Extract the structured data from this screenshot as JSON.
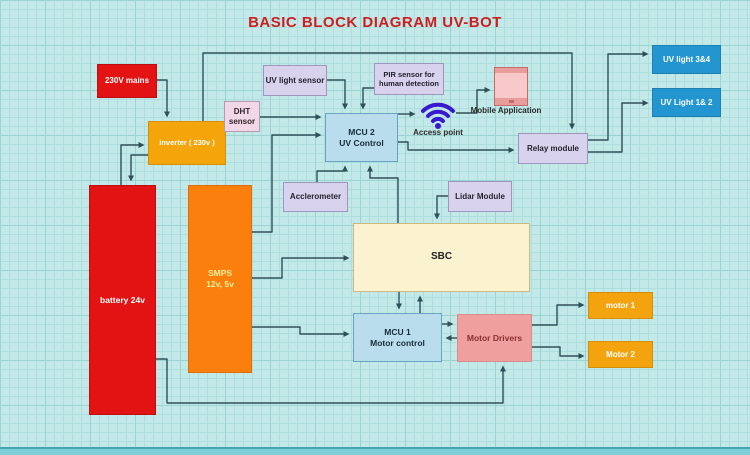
{
  "title": "BASIC BLOCK DIAGRAM  UV-BOT",
  "nodes": {
    "mains": {
      "label": "230V mains"
    },
    "inverter": {
      "label": "inverter ( 230v )"
    },
    "dht": {
      "line1": "DHT",
      "line2": "sensor"
    },
    "uv_sensor": {
      "label": "UV light sensor"
    },
    "pir": {
      "line1": "PIR sensor for",
      "line2": "human detection"
    },
    "access_point": {
      "label": "Access point"
    },
    "mobile_app": {
      "label": "Mobile Application"
    },
    "mcu2": {
      "line1": "MCU 2",
      "line2": "UV Control"
    },
    "relay": {
      "label": "Relay module"
    },
    "uv34": {
      "label": "UV light 3&4"
    },
    "uv12": {
      "label": "UV Light  1& 2"
    },
    "accelerometer": {
      "label": "Acclerometer"
    },
    "lidar": {
      "label": "Lidar Module"
    },
    "sbc": {
      "label": "SBC"
    },
    "battery": {
      "label": "battery 24v"
    },
    "smps": {
      "line1": "SMPS",
      "line2": "12v, 5v"
    },
    "mcu1": {
      "line1": "MCU 1",
      "line2": "Motor control"
    },
    "motor_drivers": {
      "label": "Motor Drivers"
    },
    "motor1": {
      "label": "motor 1"
    },
    "motor2": {
      "label": "Motor 2"
    }
  },
  "edges": [
    [
      "mains",
      "inverter"
    ],
    [
      "inverter",
      "relay"
    ],
    [
      "battery",
      "inverter"
    ],
    [
      "inverter",
      "battery"
    ],
    [
      "dht",
      "mcu2"
    ],
    [
      "uv_sensor",
      "mcu2"
    ],
    [
      "pir",
      "mcu2"
    ],
    [
      "smps",
      "mcu2"
    ],
    [
      "accelerometer",
      "mcu2"
    ],
    [
      "sbc",
      "mcu2"
    ],
    [
      "mcu2",
      "access_point"
    ],
    [
      "access_point",
      "mobile_app"
    ],
    [
      "mcu2",
      "relay"
    ],
    [
      "relay",
      "uv34"
    ],
    [
      "relay",
      "uv12"
    ],
    [
      "lidar",
      "sbc"
    ],
    [
      "smps",
      "sbc"
    ],
    [
      "smps",
      "mcu1"
    ],
    [
      "sbc",
      "mcu1"
    ],
    [
      "mcu1",
      "sbc"
    ],
    [
      "mcu1",
      "motor_drivers"
    ],
    [
      "motor_drivers",
      "mcu1"
    ],
    [
      "motor_drivers",
      "motor1"
    ],
    [
      "motor_drivers",
      "motor2"
    ],
    [
      "battery",
      "motor_drivers"
    ]
  ],
  "colors": {
    "background": "#c2e8e8",
    "grid": "#9bd2d2",
    "title": "#cd1f1f",
    "red_box": "#e41313",
    "inverter_orange": "#f3a509",
    "smps_orange": "#fb7f0c",
    "motor_orange": "#f2a30d",
    "lavender_box": "#d9d2ec",
    "pink_box": "#f2d8e6",
    "mcu_blue": "#badded",
    "sbc_cream": "#fbf2d0",
    "salmon_box": "#ef9f9d",
    "uv_blue": "#2395d1",
    "wifi_indigo": "#3a18cf",
    "connector": "#2f5058"
  }
}
